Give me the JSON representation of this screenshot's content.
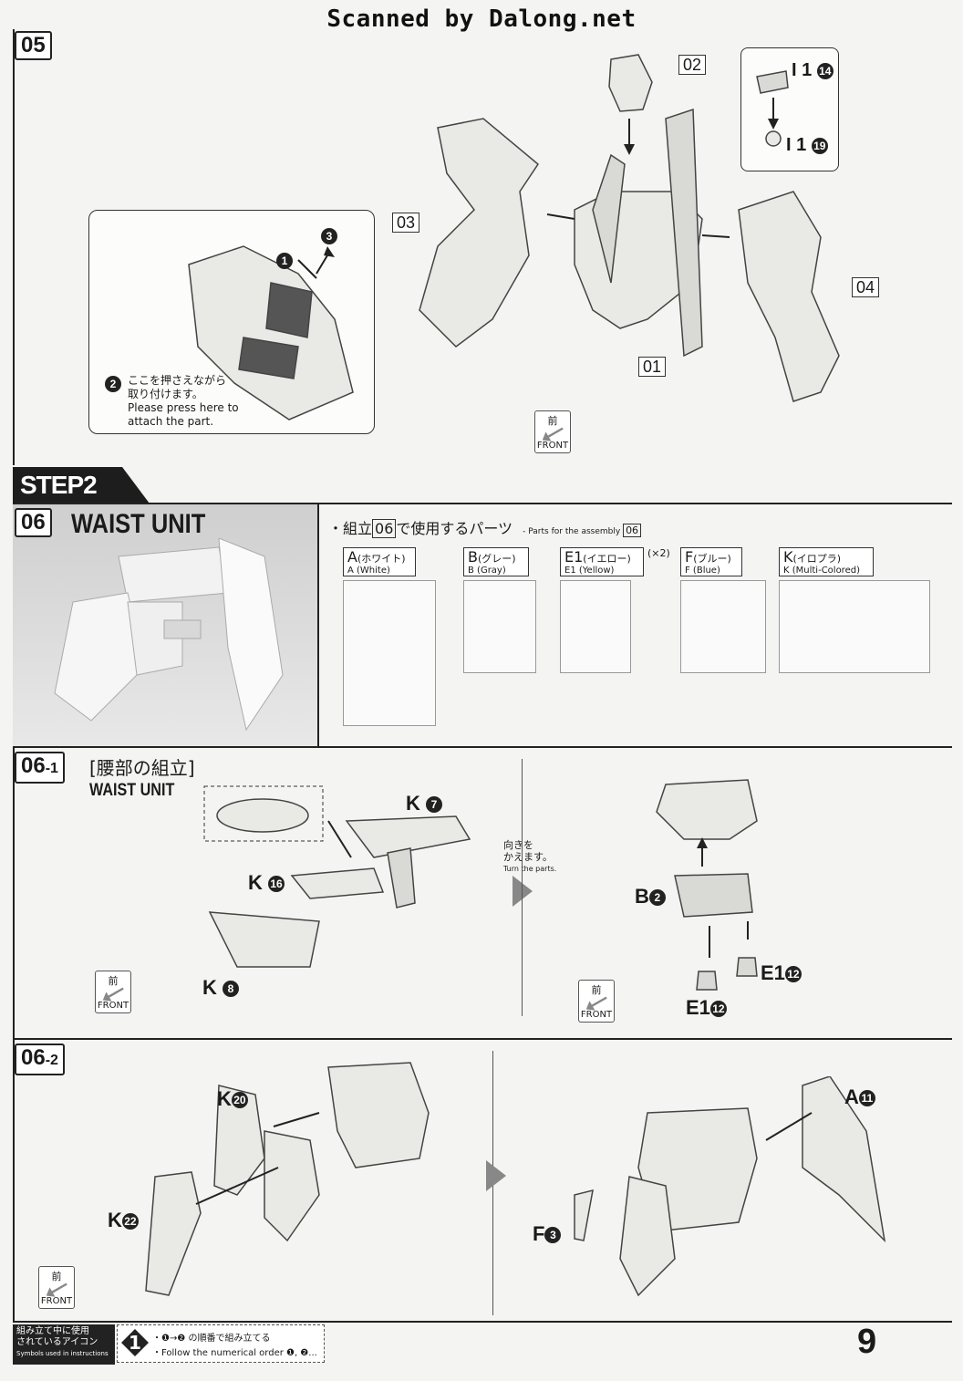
{
  "watermark": "Scanned by Dalong.net",
  "step05": {
    "number": "05",
    "parts": {
      "p01": "01",
      "p02": "02",
      "p03": "03",
      "p04": "04"
    },
    "callouts": {
      "i14": "I 1",
      "i14n": "14",
      "i19": "I 1",
      "i19n": "19"
    },
    "inset_note_jp_line1": "ここを押さえながら",
    "inset_note_jp_line2": "取り付けます。",
    "inset_note_en_line1": "Please press here to",
    "inset_note_en_line2": "attach the part.",
    "order": [
      "1",
      "2",
      "3"
    ],
    "front_kanji": "前",
    "front_label": "FRONT"
  },
  "step2": {
    "banner": "STEP2",
    "number": "06",
    "title": "WAIST UNIT",
    "parts_heading_jp_pre": "・組立",
    "parts_heading_num": "06",
    "parts_heading_jp_post": "で使用するパーツ",
    "parts_heading_en": "- Parts for the assembly",
    "runners": [
      {
        "code": "A",
        "jp": "(ホワイト)",
        "en": "A (White)",
        "mult": ""
      },
      {
        "code": "B",
        "jp": "(グレー)",
        "en": "B (Gray)",
        "mult": ""
      },
      {
        "code": "E1",
        "jp": "(イエロー)",
        "en": "E1 (Yellow)",
        "mult": "(×2)"
      },
      {
        "code": "F",
        "jp": "(ブルー)",
        "en": "F (Blue)",
        "mult": ""
      },
      {
        "code": "K",
        "jp": "(イロプラ)",
        "en": "K (Multi-Colored)",
        "mult": ""
      }
    ]
  },
  "step06_1": {
    "number": "06",
    "sub": "-1",
    "title_jp": "[腰部の組立]",
    "title_en": "WAIST UNIT",
    "labels": {
      "k7": "K",
      "k7n": "7",
      "k16": "K",
      "k16n": "16",
      "k8": "K",
      "k8n": "8",
      "b2": "B",
      "b2n": "2",
      "e12a": "E1",
      "e12an": "12",
      "e12b": "E1",
      "e12bn": "12"
    },
    "turn_jp_line1": "向きを",
    "turn_jp_line2": "かえます。",
    "turn_en": "Turn the parts.",
    "front_kanji": "前",
    "front_label": "FRONT"
  },
  "step06_2": {
    "number": "06",
    "sub": "-2",
    "labels": {
      "k20": "K",
      "k20n": "20",
      "k22": "K",
      "k22n": "22",
      "a11": "A",
      "a11n": "11",
      "f3": "F",
      "f3n": "3"
    },
    "front_kanji": "前",
    "front_label": "FRONT"
  },
  "footer": {
    "icon_jp_line1": "組み立て中に使用",
    "icon_jp_line2": "されているアイコン",
    "icon_en": "Symbols used in instructions",
    "order_jp": "・❶→❷ の順番で組み立てる",
    "order_en": "・Follow the numerical order ❶, ❷...",
    "page": "9"
  }
}
